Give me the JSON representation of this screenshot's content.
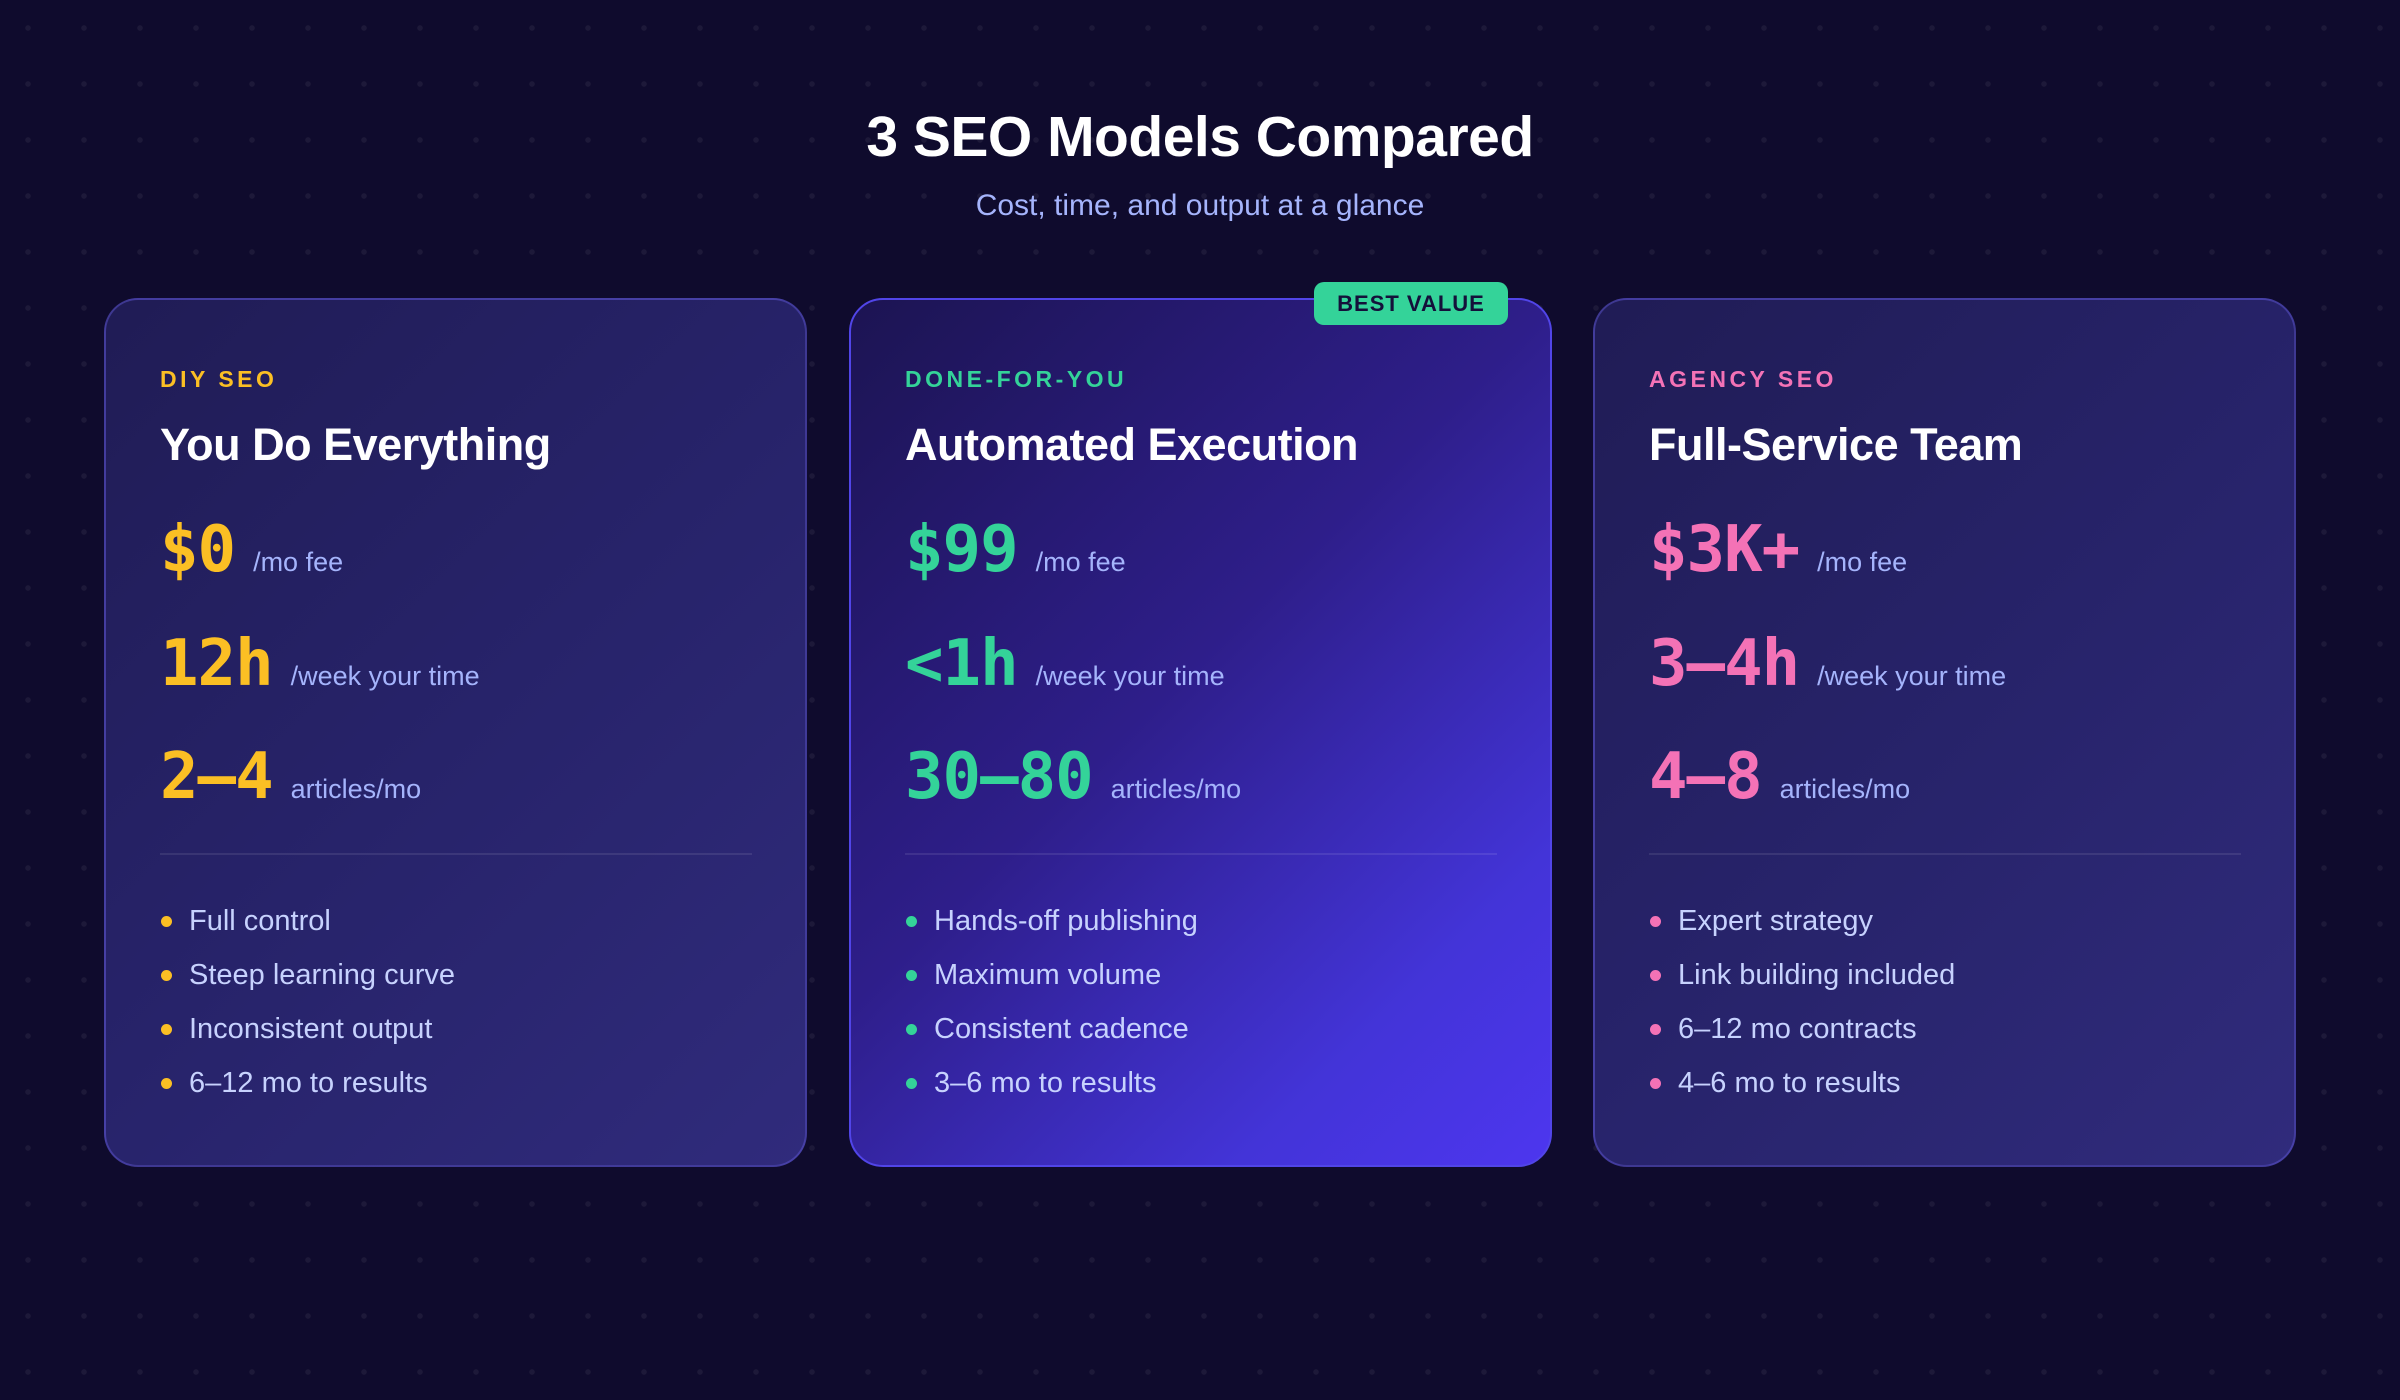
{
  "header": {
    "title": "3 SEO Models Compared",
    "subtitle": "Cost, time, and output at a glance"
  },
  "colors": {
    "background": "#0f0b2d",
    "diy_accent": "#fbbf24",
    "done_for_you_accent": "#34d399",
    "agency_accent": "#f472b6",
    "unit_text": "#a5b4fc",
    "feature_text": "#c7d2fe",
    "badge_bg": "#34d399"
  },
  "cards": [
    {
      "label": "DIY SEO",
      "title": "You Do Everything",
      "accent": "#fbbf24",
      "stats": [
        {
          "value": "$0",
          "unit": "/mo fee"
        },
        {
          "value": "12h",
          "unit": "/week your time"
        },
        {
          "value": "2–4",
          "unit": "articles/mo"
        }
      ],
      "features": [
        "Full control",
        "Steep learning curve",
        "Inconsistent output",
        "6–12 mo to results"
      ]
    },
    {
      "label": "DONE-FOR-YOU",
      "title": "Automated Execution",
      "accent": "#34d399",
      "badge": "BEST VALUE",
      "featured": true,
      "stats": [
        {
          "value": "$99",
          "unit": "/mo fee"
        },
        {
          "value": "<1h",
          "unit": "/week your time"
        },
        {
          "value": "30–80",
          "unit": "articles/mo"
        }
      ],
      "features": [
        "Hands-off publishing",
        "Maximum volume",
        "Consistent cadence",
        "3–6 mo to results"
      ]
    },
    {
      "label": "AGENCY SEO",
      "title": "Full-Service Team",
      "accent": "#f472b6",
      "stats": [
        {
          "value": "$3K+",
          "unit": "/mo fee"
        },
        {
          "value": "3–4h",
          "unit": "/week your time"
        },
        {
          "value": "4–8",
          "unit": "articles/mo"
        }
      ],
      "features": [
        "Expert strategy",
        "Link building included",
        "6–12 mo contracts",
        "4–6 mo to results"
      ]
    }
  ]
}
